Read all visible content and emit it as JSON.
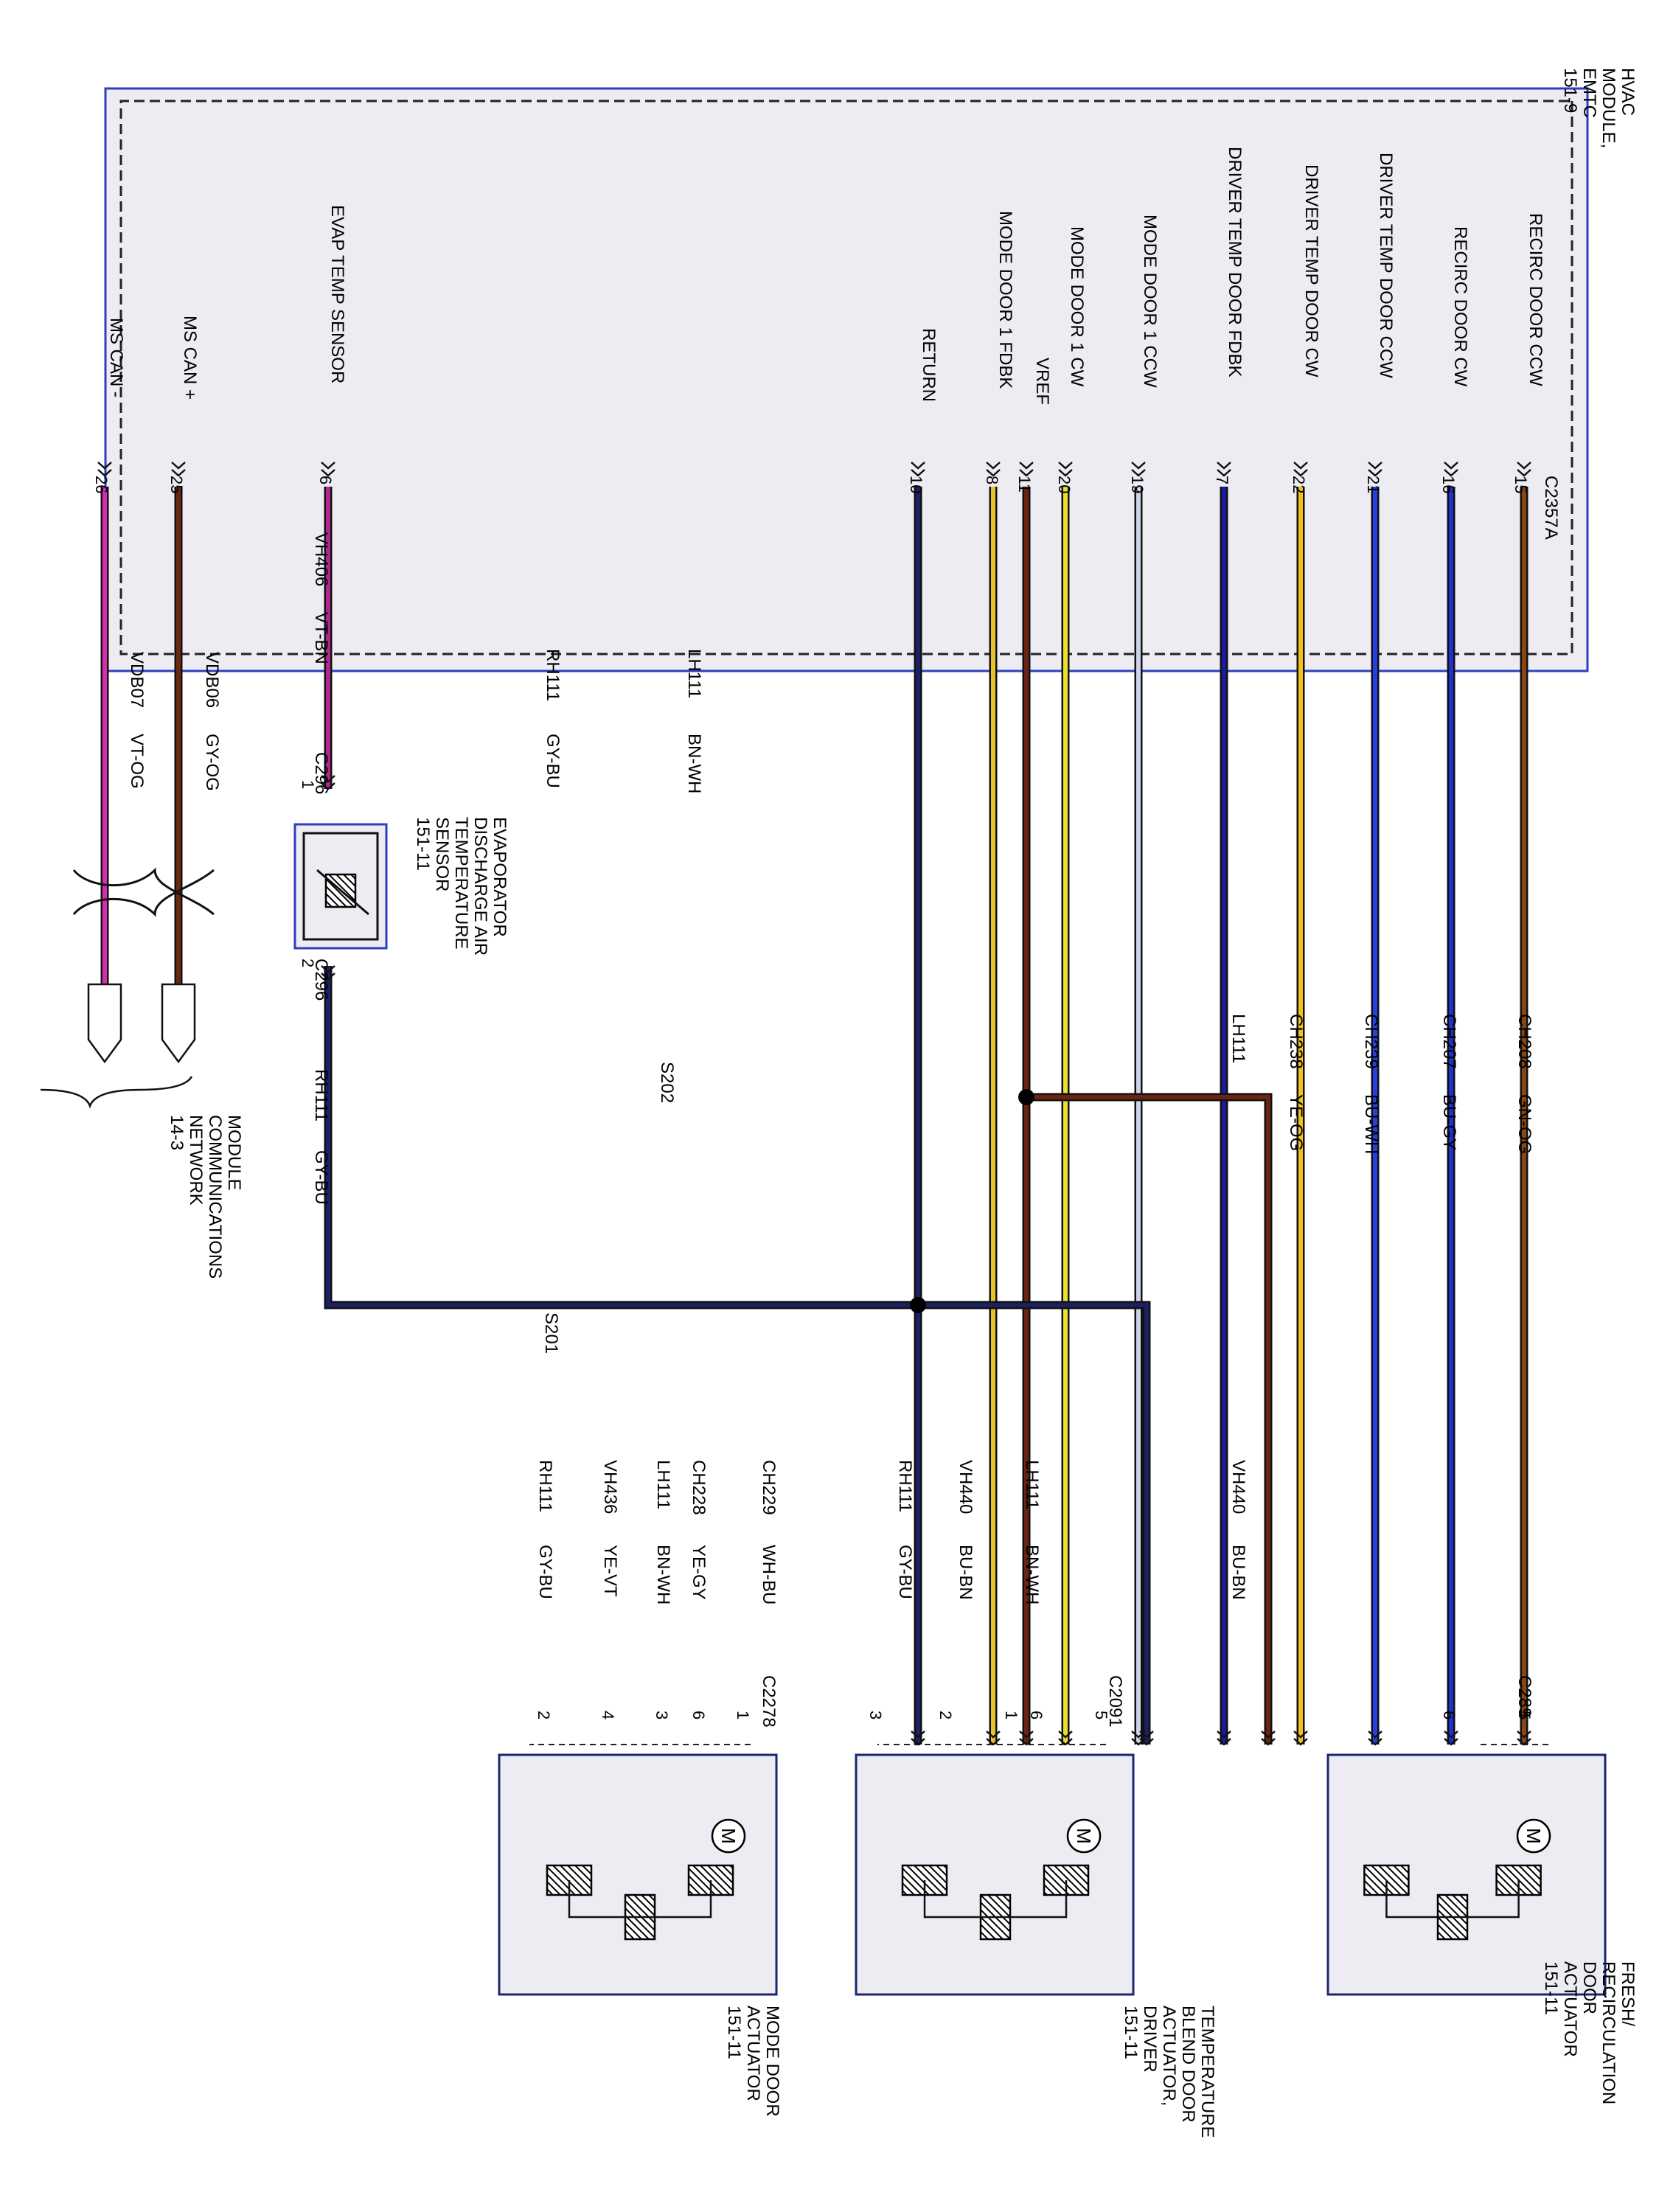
{
  "hvac_module": {
    "name": "HVAC\nMODULE,\nEMTC\n151-9",
    "connector": "C2357A"
  },
  "module_pins": [
    {
      "pin": "15",
      "label": "RECIRC DOOR CCW",
      "circuit": "CH208",
      "color": "GN-OG",
      "wire_hex": "#8b4513"
    },
    {
      "pin": "16",
      "label": "RECIRC DOOR CW",
      "circuit": "CH207",
      "color": "BU-GY",
      "wire_hex": "#1f2fd0"
    },
    {
      "pin": "21",
      "label": "DRIVER TEMP DOOR CCW",
      "circuit": "CH239",
      "color": "BU-WH",
      "wire_hex": "#2340e6"
    },
    {
      "pin": "22",
      "label": "DRIVER TEMP DOOR CW",
      "circuit": "CH238",
      "color": "YE-OG",
      "wire_hex": "#f2c21a"
    },
    {
      "pin": "7",
      "label": "DRIVER TEMP DOOR FDBK",
      "circuit": "VH440",
      "color": "BU-BN",
      "wire_hex": "#1a1aa0"
    },
    {
      "pin": "19",
      "label": "MODE DOOR 1 CCW",
      "circuit": "CH229",
      "color": "WH-BU",
      "wire_hex": "#cfd3ea"
    },
    {
      "pin": "20",
      "label": "MODE DOOR 1 CW",
      "circuit": "CH228",
      "color": "YE-GY",
      "wire_hex": "#e8e02a"
    },
    {
      "pin": "11",
      "label": "VREF",
      "circuit": "LH111",
      "color": "BN-WH",
      "wire_hex": "#6b2414"
    },
    {
      "pin": "8",
      "label": "MODE DOOR 1 FDBK",
      "circuit": "VH436",
      "color": "YE-VT",
      "wire_hex": "#e9c12a"
    },
    {
      "pin": "10",
      "label": "RETURN",
      "circuit": "RH111",
      "color": "GY-BU",
      "wire_hex": "#1b1f66"
    },
    {
      "pin": "6",
      "label": "EVAP TEMP SENSOR",
      "circuit": "VH406",
      "color": "VT-BN",
      "wire_hex": "#b0288f"
    },
    {
      "pin": "25",
      "label": "MS CAN +",
      "circuit": "VDB06",
      "color": "GY-OG",
      "wire_hex": "#6a2a12"
    },
    {
      "pin": "26",
      "label": "MS CAN -",
      "circuit": "VDB07",
      "color": "VT-OG",
      "wire_hex": "#d62db3"
    }
  ],
  "splices": {
    "s202": "S202",
    "s201": "S201"
  },
  "evap_sensor": {
    "name": "EVAPORATOR\nDISCHARGE AIR\nTEMPERATURE\nSENSOR\n151-11",
    "connector": "C296",
    "pin1": "1",
    "pin2": "2",
    "out_circuit": "RH111",
    "out_color": "GY-BU"
  },
  "network": {
    "name": "MODULE\nCOMMUNICATIONS\nNETWORK\n14-3"
  },
  "lower_labels": [
    {
      "circuit": "RH111",
      "color": "GY-BU"
    },
    {
      "circuit": "VH436",
      "color": "YE-VT"
    },
    {
      "circuit": "LH111",
      "color": "BN-WH"
    },
    {
      "circuit": "CH228",
      "color": "YE-GY"
    },
    {
      "circuit": "CH229",
      "color": "WH-BU"
    },
    {
      "circuit": "RH111",
      "color": "GY-BU"
    },
    {
      "circuit": "VH440",
      "color": "BU-BN"
    },
    {
      "circuit": "LH111",
      "color": "BN-WH"
    }
  ],
  "s202_branch": {
    "circuit": "LH111",
    "color": "BN-WH"
  },
  "actuators": [
    {
      "name": "FRESH/\nRECIRCULATION\nDOOR\nACTUATOR\n151-11",
      "connector": "C289",
      "pins": [
        "5",
        "6"
      ]
    },
    {
      "name": "TEMPERATURE\nBLEND DOOR\nACTUATOR,\nDRIVER\n151-11",
      "connector": "C2091",
      "pins": [
        "5",
        "6",
        "1",
        "2",
        "3"
      ]
    },
    {
      "name": "MODE DOOR\nACTUATOR\n151-11",
      "connector": "C2278",
      "pins": [
        "1",
        "6",
        "3",
        "4",
        "2"
      ]
    }
  ],
  "motor_symbol": "M"
}
